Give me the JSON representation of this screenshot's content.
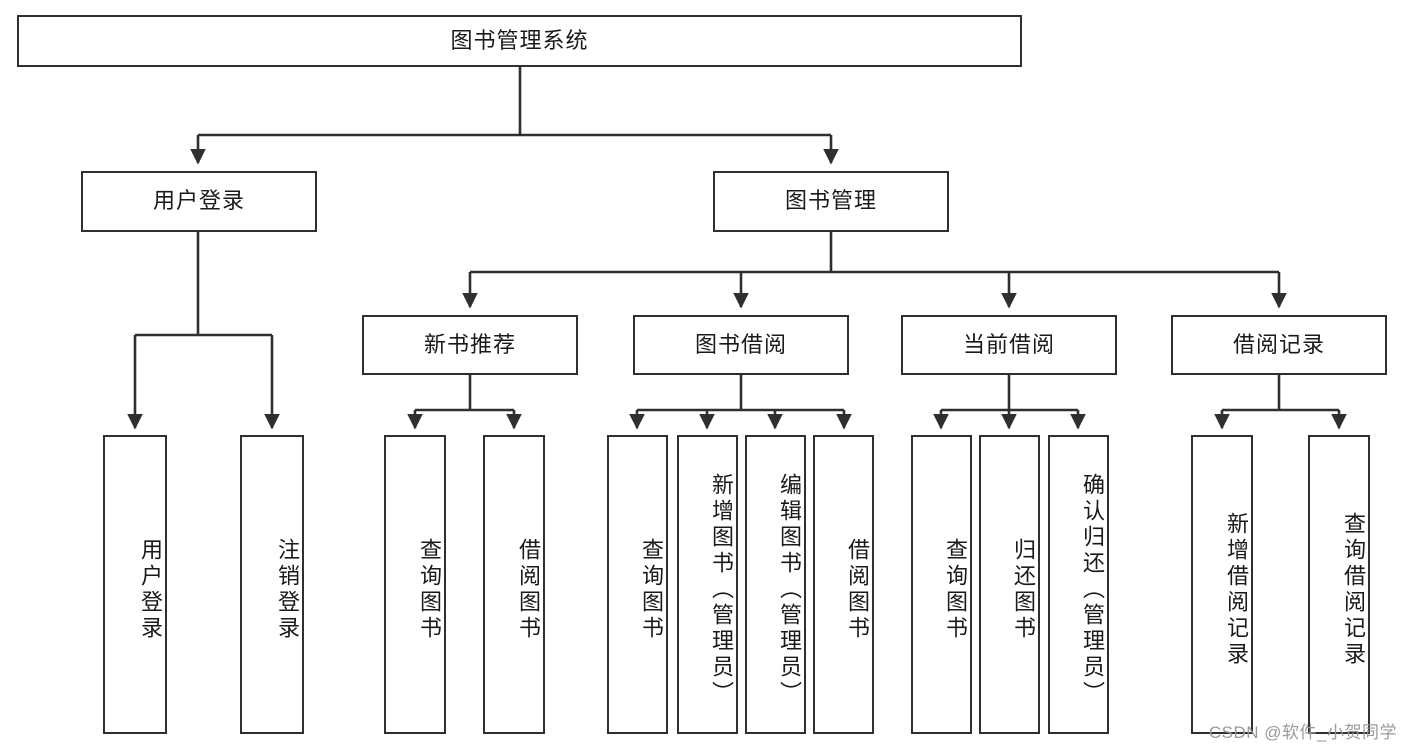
{
  "diagram": {
    "title": "图书管理系统",
    "type": "tree-hierarchy-chart",
    "orientation": "top-down",
    "colors": {
      "box_border": "#2f2f2f",
      "box_fill": "#ffffff",
      "edge": "#2f2f2f",
      "text": "#1a1a1a",
      "watermark": "#9a9a9a",
      "background": "#ffffff"
    }
  },
  "watermark": {
    "text": "CSDN @软件_小贺同学"
  },
  "nodes": {
    "root": {
      "label": "图书管理系统"
    },
    "level2": [
      {
        "id": "user-login",
        "label": "用户登录"
      },
      {
        "id": "book-management",
        "label": "图书管理"
      }
    ],
    "level3": [
      {
        "id": "new-book-recommend",
        "label": "新书推荐"
      },
      {
        "id": "book-borrow",
        "label": "图书借阅"
      },
      {
        "id": "current-borrow",
        "label": "当前借阅"
      },
      {
        "id": "borrow-record",
        "label": "借阅记录"
      }
    ],
    "leaves": {
      "user-login": [
        {
          "id": "leaf-user-login",
          "label": "用户登录"
        },
        {
          "id": "leaf-logout-login",
          "label": "注销登录"
        }
      ],
      "new-book-recommend": [
        {
          "id": "leaf-query-book-1",
          "label": "查询图书"
        },
        {
          "id": "leaf-borrow-book-1",
          "label": "借阅图书"
        }
      ],
      "book-borrow": [
        {
          "id": "leaf-query-book-2",
          "label": "查询图书"
        },
        {
          "id": "leaf-add-book",
          "label": "新增图书（管理员）"
        },
        {
          "id": "leaf-edit-book",
          "label": "编辑图书（管理员）"
        },
        {
          "id": "leaf-borrow-book-2",
          "label": "借阅图书"
        }
      ],
      "current-borrow": [
        {
          "id": "leaf-query-book-3",
          "label": "查询图书"
        },
        {
          "id": "leaf-return-book",
          "label": "归还图书"
        },
        {
          "id": "leaf-confirm-return",
          "label": "确认归还（管理员）"
        }
      ],
      "borrow-record": [
        {
          "id": "leaf-add-record",
          "label": "新增借阅记录"
        },
        {
          "id": "leaf-query-record",
          "label": "查询借阅记录"
        }
      ]
    }
  }
}
